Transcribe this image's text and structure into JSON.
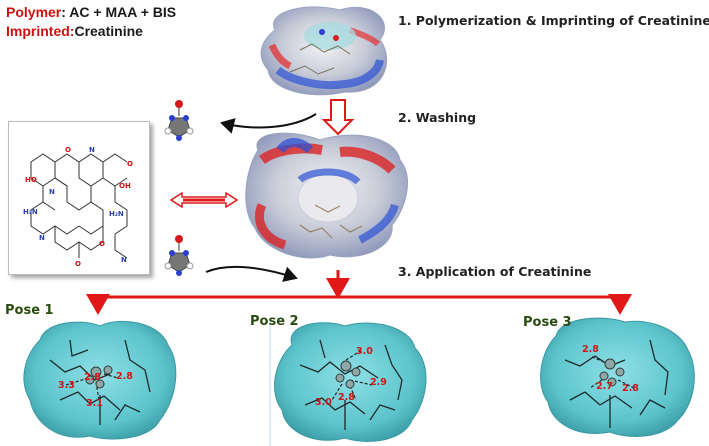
{
  "legend": {
    "polymer_label": "Polymer",
    "polymer_value": ": AC + MAA + BIS",
    "imprinted_label": "Imprinted:",
    "imprinted_value": "Creatinine"
  },
  "steps": {
    "step1": "1. Polymerization & Imprinting of Creatinine",
    "step2": "2. Washing",
    "step3": "3. Application of Creatinine"
  },
  "poses": [
    {
      "label": "Pose 1",
      "distances": [
        "3.3",
        "2.8",
        "2.8",
        "3.1"
      ]
    },
    {
      "label": "Pose 2",
      "distances": [
        "3.0",
        "2.9",
        "3.0",
        "2.8"
      ]
    },
    {
      "label": "Pose 3",
      "distances": [
        "2.8",
        "2.7",
        "2.8"
      ]
    }
  ],
  "colors": {
    "accent_red": "#d01010",
    "pose_green": "#2b4a10",
    "cavity_cyan": "#5cc4cc",
    "surface_blue": "#3a5fd0",
    "surface_red": "#e02a2a"
  }
}
